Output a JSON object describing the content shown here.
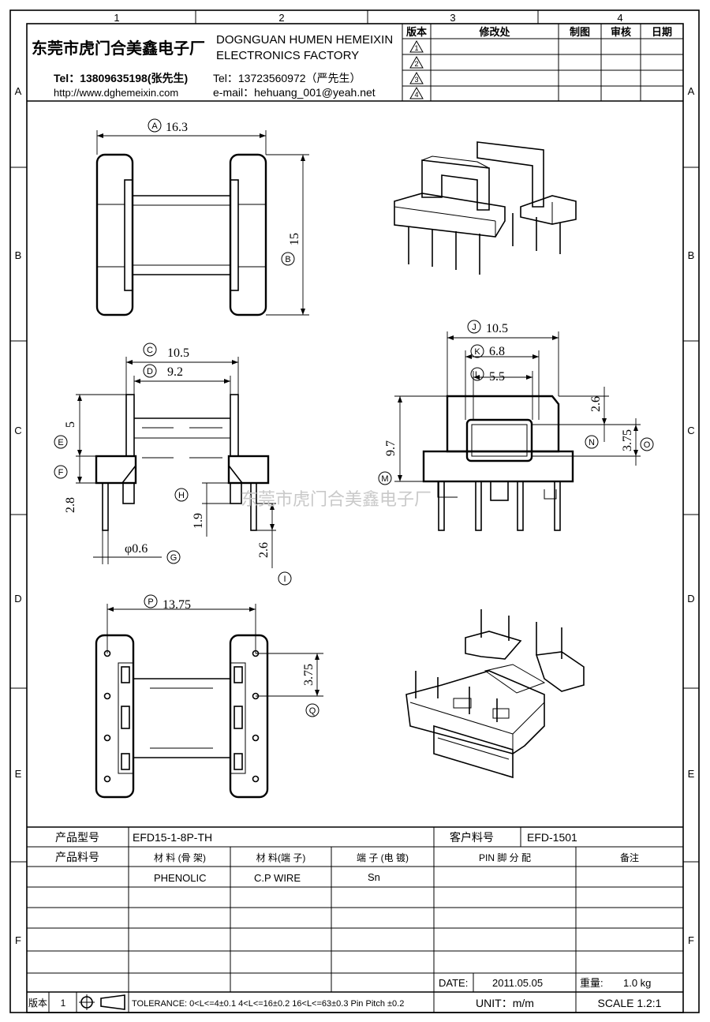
{
  "frame": {
    "columns": [
      "1",
      "2",
      "3",
      "4"
    ],
    "rows": [
      "A",
      "B",
      "C",
      "D",
      "E",
      "F"
    ]
  },
  "header": {
    "company_cn": "东莞市虎门合美鑫电子厂",
    "company_en_1": "DOGNGUAN HUMEN HEMEIXIN",
    "company_en_2": "ELECTRONICS FACTORY",
    "tel1": "Tel：13809635198(张先生)",
    "tel2": "Tel：13723560972（严先生）",
    "url": "http://www.dghemeixin.com",
    "email": "e-mail：hehuang_001@yeah.net"
  },
  "revision_table": {
    "headers": [
      "版本",
      "修改处",
      "制图",
      "审核",
      "日期"
    ],
    "rows": [
      "1",
      "2",
      "3",
      "4"
    ]
  },
  "dimensions": {
    "A": "16.3",
    "B": "15",
    "C": "10.5",
    "D": "9.2",
    "E": "5",
    "F": "2.8",
    "G": "φ0.6",
    "H": "1.9",
    "I": "2.6",
    "J": "10.5",
    "K": "6.8",
    "L": "5.5",
    "M": "9.7",
    "N": "2.6",
    "O": "3.75",
    "P": "13.75",
    "Q": "3.75"
  },
  "callouts": [
    "A",
    "B",
    "C",
    "D",
    "E",
    "F",
    "G",
    "H",
    "I",
    "J",
    "K",
    "L",
    "M",
    "N",
    "O",
    "P",
    "Q"
  ],
  "watermark": "东莞市虎门合美鑫电子厂",
  "title_block": {
    "product_model_label": "产品型号",
    "product_model": "EFD15-1-8P-TH",
    "customer_no_label": "客户料号",
    "customer_no": "EFD-1501",
    "product_no_label": "产品料号",
    "col_material_bobbin": "材 料 (骨 架)",
    "col_material_pin": "材 料(端 子)",
    "col_pin_plating": "端 子 (电 镀)",
    "col_pin_assign": "PIN 脚 分 配",
    "col_remark": "备注",
    "material_bobbin": "PHENOLIC",
    "material_pin": "C.P WIRE",
    "pin_plating": "Sn",
    "date_label": "DATE:",
    "date": "2011.05.05",
    "weight_label": "重量:",
    "weight": "1.0 kg",
    "version_label": "版本",
    "version": "1",
    "tolerance": "TOLERANCE:  0<L<=4±0.1  4<L<=16±0.2  16<L<=63±0.3  Pin Pitch  ±0.2",
    "unit": "UNIT：m/m",
    "scale": "SCALE  1.2:1"
  }
}
